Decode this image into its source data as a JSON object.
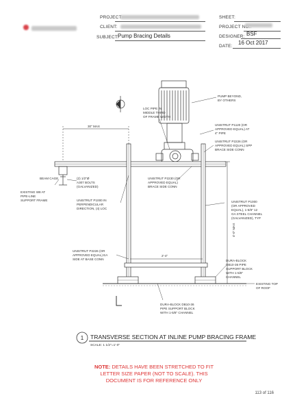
{
  "header": {
    "project_label": "PROJECT:",
    "client_label": "CLIENT:",
    "subject_label": "SUBJECT:",
    "subject_value": "Pump Bracing Details",
    "sheet_label": "SHEET:",
    "project_no_label": "PROJECT NO.:",
    "designer_label": "DESIGNER:",
    "designer_value": "BSF",
    "date_label": "DATE:",
    "date_value": "16 Oct 2017"
  },
  "callouts": {
    "pump": [
      "PUMP BEYOND,",
      "BY OTHERS"
    ],
    "loc_pipe": [
      "LOC PIPE IN",
      "MIDDLE THIRD",
      "OF FRAME WIDTH"
    ],
    "max30": "30\" MAX",
    "p1120": [
      "UNISTRUT P1120 (OR",
      "APPROVED EQUAL) AT",
      "4\" PIPE"
    ],
    "p2226_top": [
      "UNISTRUT P2226 (OR",
      "APPROVED EQUAL) SPP",
      "BRACE SIDE CONN"
    ],
    "beam_cage": "BEAM CAGE",
    "bolts": [
      "(2) 1/2\"Ø",
      "A307 BOLTS",
      "(GALVANIZED)"
    ],
    "existing_w8": [
      "EXISTING W8 AT",
      "PIPE-LINE",
      "SUPPORT FRAME"
    ],
    "p2230": [
      "UNISTRUT P2230 (OR",
      "APPROVED EQUAL)",
      "BRACE SIDE CONN"
    ],
    "p1000_left": [
      "UNISTRUT P1000 IN",
      "PERPENDICULAR",
      "DIRECTION, (4) LOC"
    ],
    "p1000_right": [
      "UNISTRUT P1000",
      "(OR APPROVED",
      "EQUAL), 1-5/8\" 12",
      "GA STEEL CHANNEL",
      "(GALVANIZED), TYP"
    ],
    "height": "4'-0\" MAX",
    "width": "2'-4\"",
    "p2226_base": [
      "UNISTRUT P2226 (OR",
      "APPROVED EQUAL) EA",
      "SIDE AT BASE CONN"
    ],
    "dura_block": [
      "DURA-BLOCK",
      "DB10-36 PIPE",
      "SUPPORT BLOCK",
      "WITH 1-5/8\"",
      "CHANNEL"
    ],
    "roof": [
      "EXISTING TOP",
      "OF ROOF"
    ],
    "dura_block_bottom": [
      "DURA-BLOCK DB10-36",
      "PIPE SUPPORT BLOCK",
      "WITH 1-5/8\" CHANNEL"
    ]
  },
  "section": {
    "number": "1",
    "title": "TRANSVERSE SECTION AT INLINE PUMP BRACING FRAME",
    "scale": "SCALE: 1 1/2\"=1'-0\""
  },
  "note": {
    "label": "NOTE:",
    "line1": "DETAILS HAVE BEEN STRETCHED TO FIT",
    "line2": "LETTER SIZE PAPER (NOT TO SCALE).  THIS",
    "line3": "DOCUMENT IS FOR REFERENCE ONLY"
  },
  "page": "113 of 116"
}
